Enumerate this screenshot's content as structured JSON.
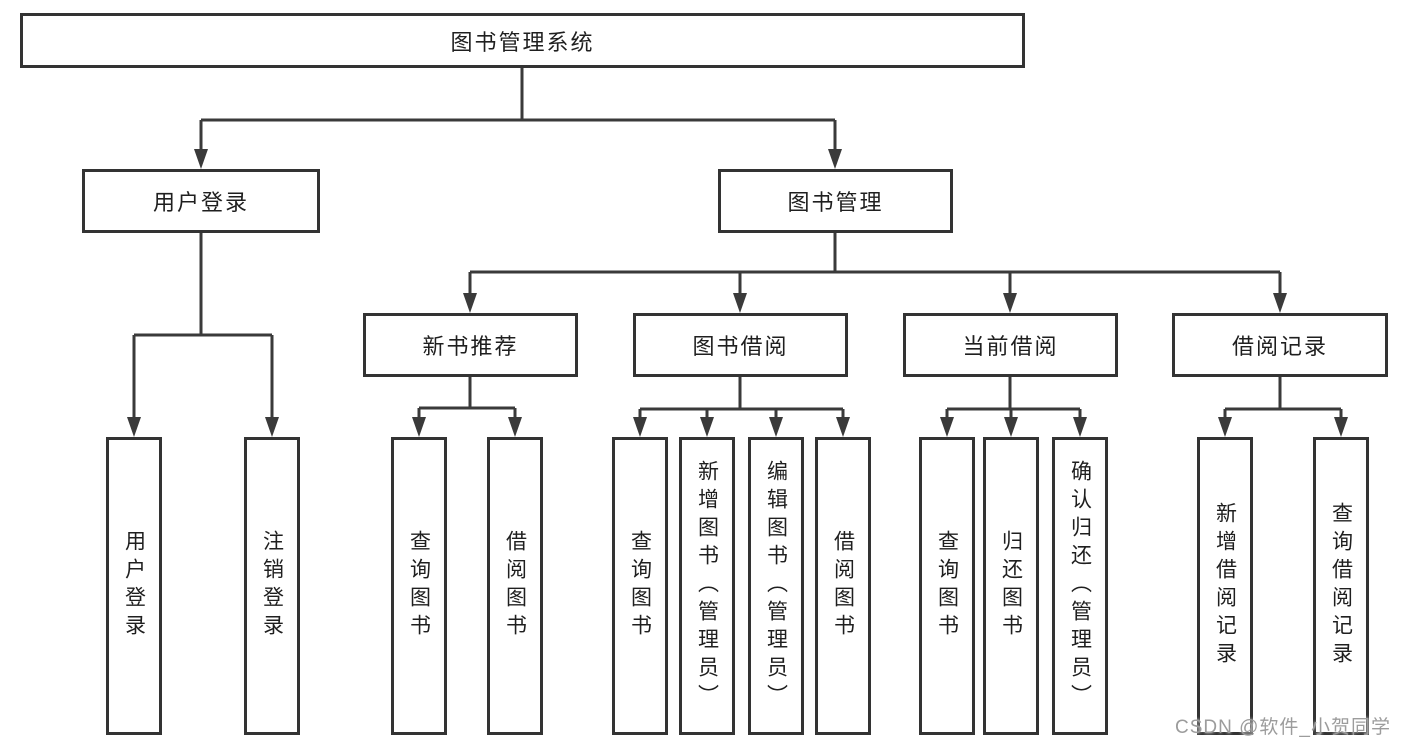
{
  "diagram": {
    "title": "图书管理系统",
    "watermark": "CSDN @软件_小贺同学",
    "colors": {
      "line": "#3a3a3a",
      "box_border": "#333333",
      "text": "#1f1f1f",
      "watermark": "#9c9c9c",
      "background": "#ffffff"
    },
    "nodes": {
      "root": {
        "label": "图书管理系统"
      },
      "level2": [
        {
          "label": "用户登录"
        },
        {
          "label": "图书管理"
        }
      ],
      "level3": [
        {
          "label": "新书推荐",
          "parent": "图书管理"
        },
        {
          "label": "图书借阅",
          "parent": "图书管理"
        },
        {
          "label": "当前借阅",
          "parent": "图书管理"
        },
        {
          "label": "借阅记录",
          "parent": "图书管理"
        }
      ],
      "leaves": [
        {
          "label": "用户登录",
          "parent": "用户登录"
        },
        {
          "label": "注销登录",
          "parent": "用户登录"
        },
        {
          "label": "查询图书",
          "parent": "新书推荐"
        },
        {
          "label": "借阅图书",
          "parent": "新书推荐"
        },
        {
          "label": "查询图书",
          "parent": "图书借阅"
        },
        {
          "label": "新增图书（管理员）",
          "parent": "图书借阅"
        },
        {
          "label": "编辑图书（管理员）",
          "parent": "图书借阅"
        },
        {
          "label": "借阅图书",
          "parent": "图书借阅"
        },
        {
          "label": "查询图书",
          "parent": "当前借阅"
        },
        {
          "label": "归还图书",
          "parent": "当前借阅"
        },
        {
          "label": "确认归还（管理员）",
          "parent": "当前借阅"
        },
        {
          "label": "新增借阅记录",
          "parent": "借阅记录"
        },
        {
          "label": "查询借阅记录",
          "parent": "借阅记录"
        }
      ]
    }
  }
}
